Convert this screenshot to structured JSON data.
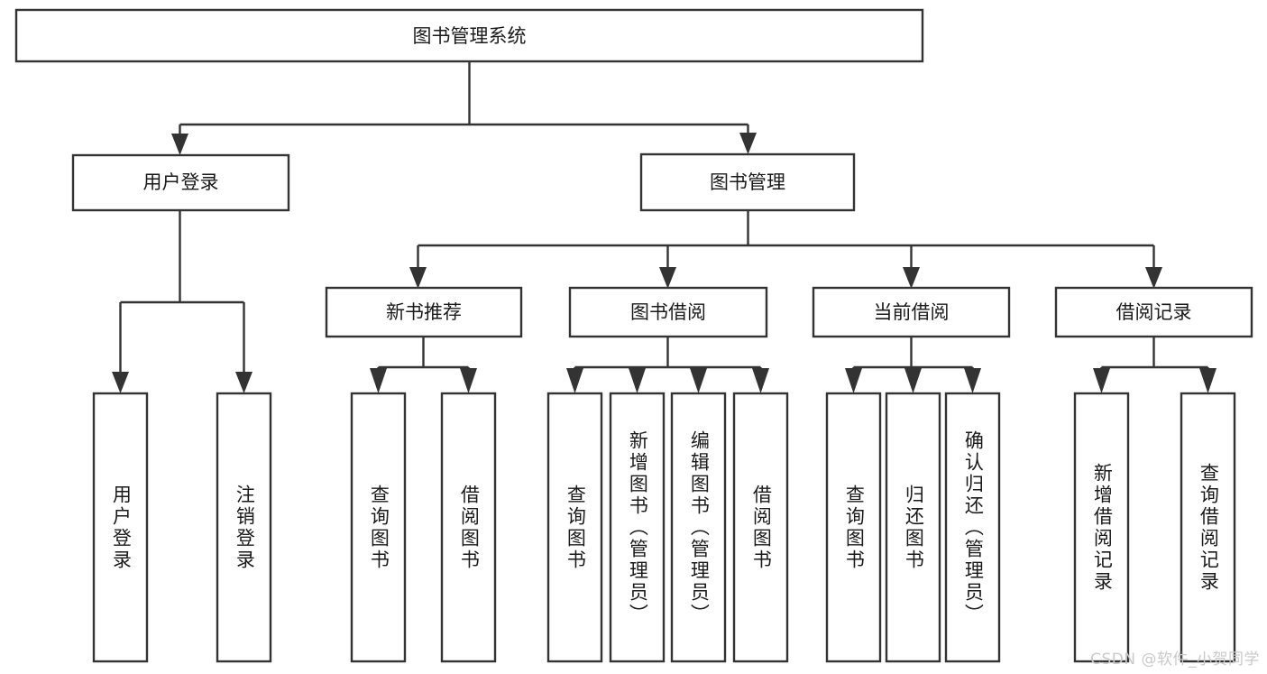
{
  "diagram": {
    "type": "tree",
    "title": "图书管理系统",
    "root": {
      "id": "root",
      "label": "图书管理系统"
    },
    "level2": [
      {
        "id": "user-login",
        "label": "用户登录"
      },
      {
        "id": "book-manage",
        "label": "图书管理"
      }
    ],
    "level3": [
      {
        "id": "new-book-rec",
        "label": "新书推荐",
        "parent": "book-manage"
      },
      {
        "id": "book-borrow",
        "label": "图书借阅",
        "parent": "book-manage"
      },
      {
        "id": "current-borrow",
        "label": "当前借阅",
        "parent": "book-manage"
      },
      {
        "id": "borrow-record",
        "label": "借阅记录",
        "parent": "book-manage"
      }
    ],
    "leaves": [
      {
        "id": "leaf-user-login",
        "label": "用户登录",
        "parent": "user-login"
      },
      {
        "id": "leaf-logout",
        "label": "注销登录",
        "parent": "user-login"
      },
      {
        "id": "leaf-query-book-1",
        "label": "查询图书",
        "parent": "new-book-rec"
      },
      {
        "id": "leaf-borrow-book-1",
        "label": "借阅图书",
        "parent": "new-book-rec"
      },
      {
        "id": "leaf-query-book-2",
        "label": "查询图书",
        "parent": "book-borrow"
      },
      {
        "id": "leaf-add-book",
        "label": "新增图书（管理员）",
        "parent": "book-borrow"
      },
      {
        "id": "leaf-edit-book",
        "label": "编辑图书（管理员）",
        "parent": "book-borrow"
      },
      {
        "id": "leaf-borrow-book-2",
        "label": "借阅图书",
        "parent": "book-borrow"
      },
      {
        "id": "leaf-query-book-3",
        "label": "查询图书",
        "parent": "current-borrow"
      },
      {
        "id": "leaf-return-book",
        "label": "归还图书",
        "parent": "current-borrow"
      },
      {
        "id": "leaf-confirm-return",
        "label": "确认归还（管理员）",
        "parent": "current-borrow"
      },
      {
        "id": "leaf-add-record",
        "label": "新增借阅记录",
        "parent": "borrow-record"
      },
      {
        "id": "leaf-query-record",
        "label": "查询借阅记录",
        "parent": "borrow-record"
      }
    ],
    "colors": {
      "stroke": "#333333",
      "box_fill": "#ffffff",
      "text": "#1a1a1a",
      "background": "#ffffff",
      "watermark": "#c9c9c9"
    }
  },
  "watermark": {
    "text": "CSDN @软件_小贺同学"
  }
}
